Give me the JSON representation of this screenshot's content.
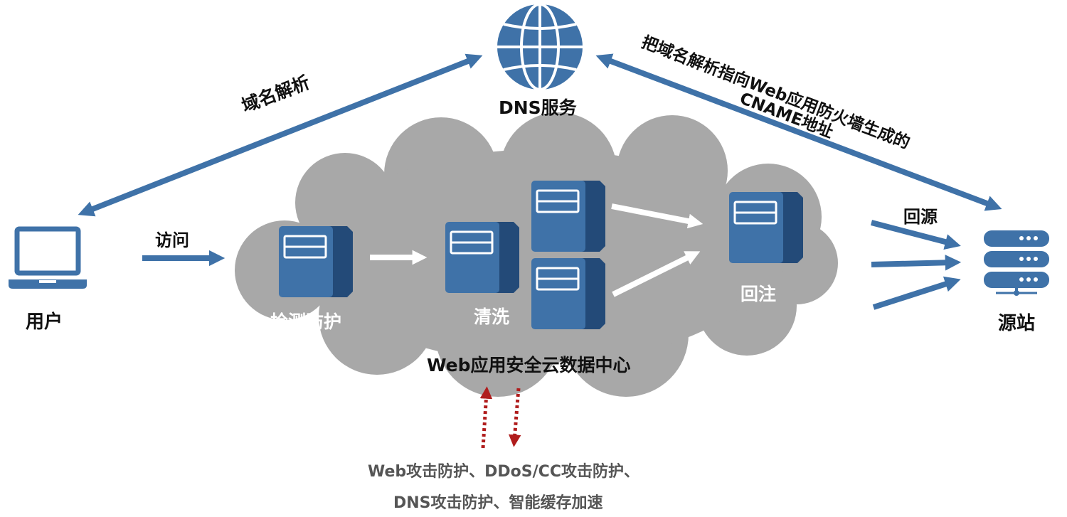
{
  "nodes": {
    "dns": "DNS服务",
    "user": "用户",
    "origin": "源站",
    "detect": "检测防护",
    "clean": "清洗",
    "reinject": "回注",
    "datacenter": "Web应用安全云数据中心"
  },
  "edges": {
    "resolve": "域名解析",
    "cname_line1": "把域名解析指向Web应用防火墙生成的",
    "cname_line2": "CNAME地址",
    "visit": "访问",
    "back_to_origin": "回源"
  },
  "features": {
    "line1": "Web攻击防护、DDoS/CC攻击防护、",
    "line2": "DNS攻击防护、智能缓存加速"
  },
  "colors": {
    "blue": "#3f72a8",
    "cloud": "#a8a8a8",
    "dotted": "#b01c1c"
  }
}
